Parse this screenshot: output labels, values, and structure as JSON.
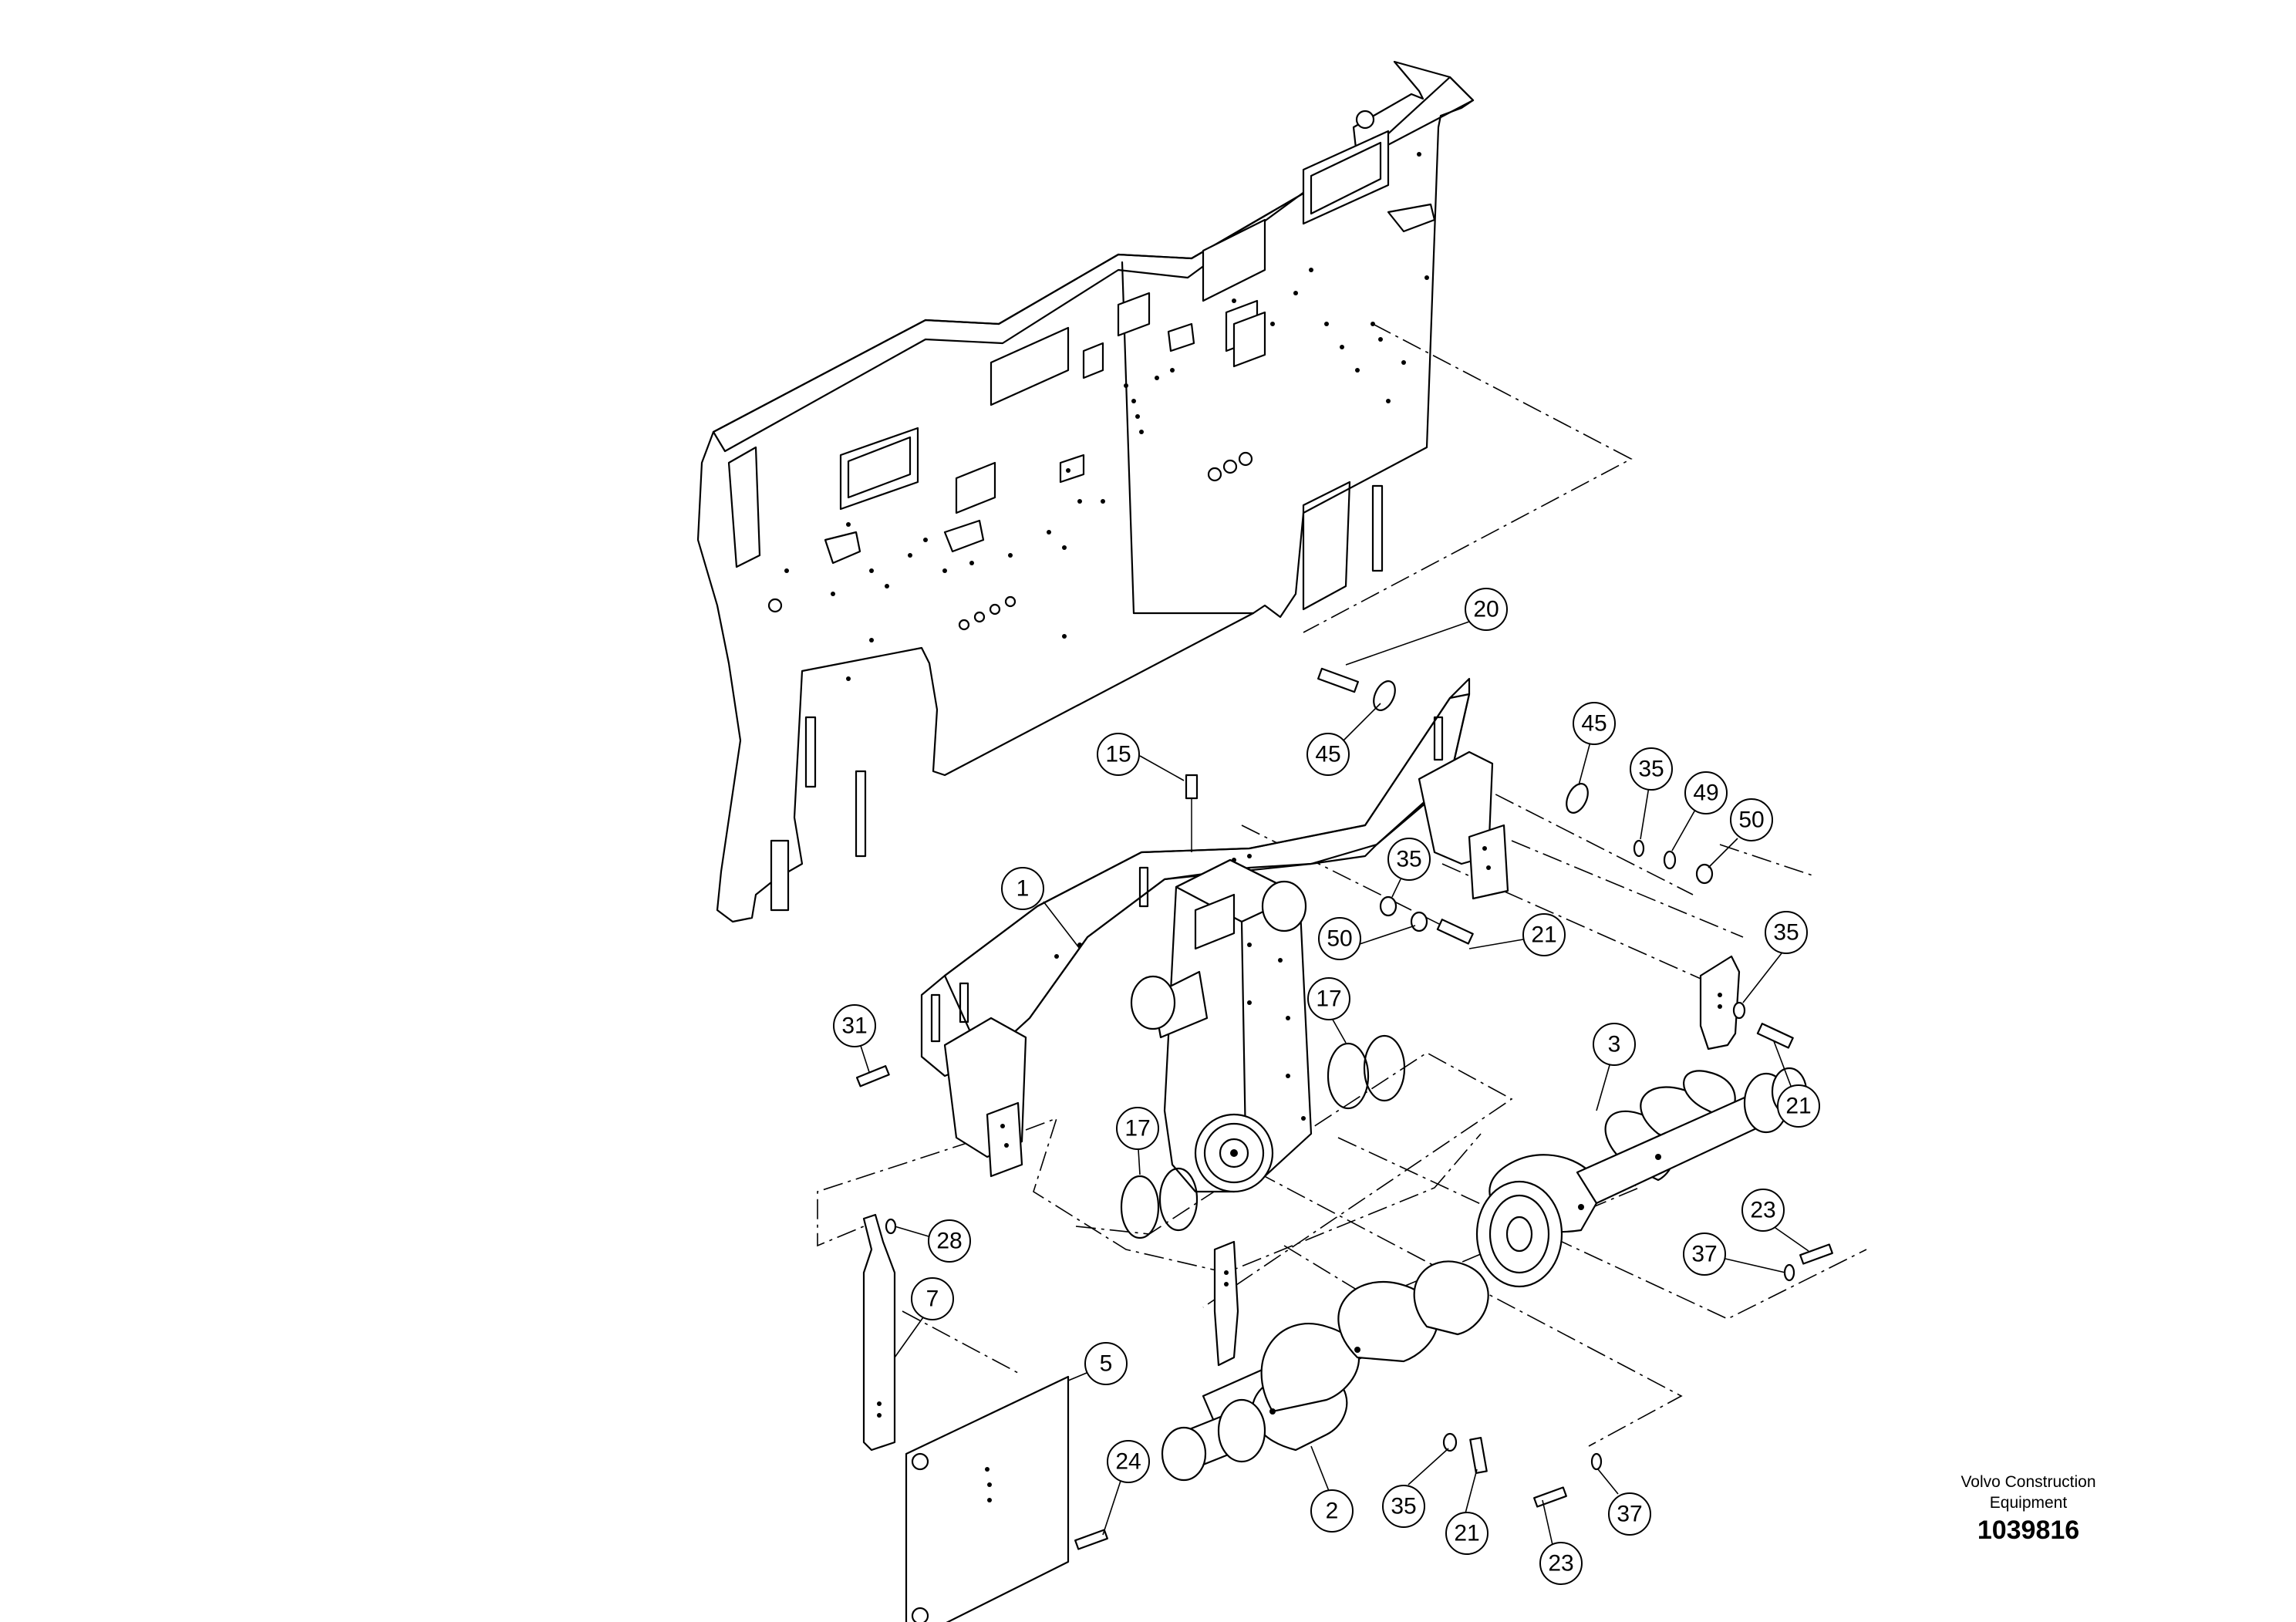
{
  "callouts": [
    {
      "id": "c20a",
      "label": "20"
    },
    {
      "id": "c45a",
      "label": "45"
    },
    {
      "id": "c45b",
      "label": "45"
    },
    {
      "id": "c35a",
      "label": "35"
    },
    {
      "id": "c49",
      "label": "49"
    },
    {
      "id": "c50a",
      "label": "50"
    },
    {
      "id": "c15",
      "label": "15"
    },
    {
      "id": "c35b",
      "label": "35"
    },
    {
      "id": "c50b",
      "label": "50"
    },
    {
      "id": "c21a",
      "label": "21"
    },
    {
      "id": "c1",
      "label": "1"
    },
    {
      "id": "c35c",
      "label": "35"
    },
    {
      "id": "c17a",
      "label": "17"
    },
    {
      "id": "c31",
      "label": "31"
    },
    {
      "id": "c3",
      "label": "3"
    },
    {
      "id": "c21b",
      "label": "21"
    },
    {
      "id": "c17b",
      "label": "17"
    },
    {
      "id": "c23a",
      "label": "23"
    },
    {
      "id": "c37a",
      "label": "37"
    },
    {
      "id": "c28",
      "label": "28"
    },
    {
      "id": "c7",
      "label": "7"
    },
    {
      "id": "c5",
      "label": "5"
    },
    {
      "id": "c24",
      "label": "24"
    },
    {
      "id": "c2",
      "label": "2"
    },
    {
      "id": "c35d",
      "label": "35"
    },
    {
      "id": "c21c",
      "label": "21"
    },
    {
      "id": "c23b",
      "label": "23"
    },
    {
      "id": "c37b",
      "label": "37"
    }
  ],
  "footer": {
    "company_line1": "Volvo Construction",
    "company_line2": "Equipment",
    "doc_number": "1039816"
  }
}
